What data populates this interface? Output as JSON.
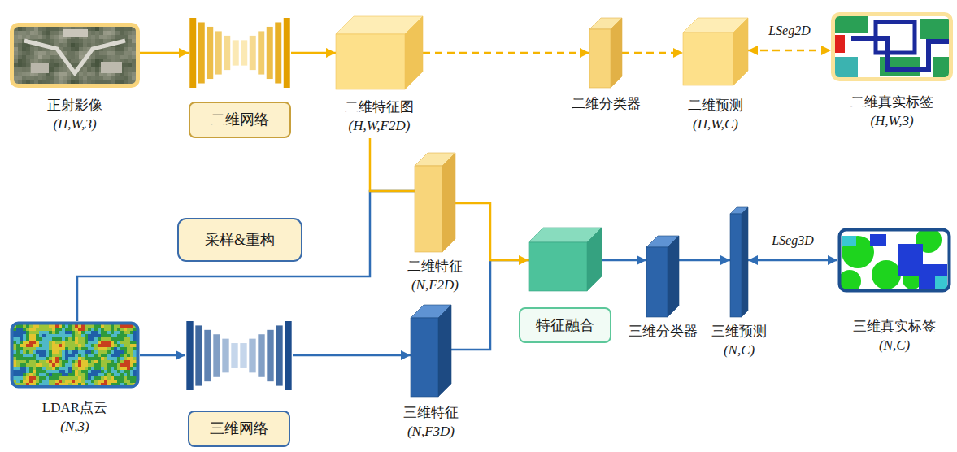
{
  "diagram": {
    "nodes": [
      {
        "text": [
          "正射影像",
          "(H,W,3)"
        ]
      },
      {
        "text": [
          "二维网络"
        ]
      },
      {
        "text": [
          "二维特征图",
          "(H,W,F2D)"
        ]
      },
      {
        "text": [
          "二维分类器"
        ]
      },
      {
        "text": [
          "二维预测",
          "(H,W,C)"
        ]
      },
      {
        "text": [
          "二维真实标签",
          "(H,W,3)"
        ]
      },
      {
        "text": [
          "采样&重构"
        ]
      },
      {
        "text": [
          "二维特征",
          "(N,F2D)"
        ]
      },
      {
        "text": [
          "LDAR点云",
          "(N,3)"
        ]
      },
      {
        "text": [
          "三维网络"
        ]
      },
      {
        "text": [
          "三维特征",
          "(N,F3D)"
        ]
      },
      {
        "text": [
          "特征融合"
        ]
      },
      {
        "text": [
          "三维分类器"
        ]
      },
      {
        "text": [
          "三维预测",
          "(N,C)"
        ]
      },
      {
        "text": [
          "三维真实标签",
          "(N,C)"
        ]
      }
    ],
    "edges": [
      {
        "from": 0,
        "to": 1,
        "arrow": "to"
      },
      {
        "from": 1,
        "to": 2,
        "arrow": "to"
      },
      {
        "from": 2,
        "to": 3,
        "arrow": "to"
      },
      {
        "from": 3,
        "to": 4,
        "arrow": "to"
      },
      {
        "from": 4,
        "to": 5,
        "arrow": "both",
        "label": "LSeg2D"
      },
      {
        "from": 2,
        "to": 7,
        "arrow": "none"
      },
      {
        "from": 8,
        "to": 7,
        "arrow": "none"
      },
      {
        "from": 7,
        "to": 11,
        "arrow": "to"
      },
      {
        "from": 10,
        "to": 11,
        "arrow": "none"
      },
      {
        "from": 8,
        "to": 9,
        "arrow": "to"
      },
      {
        "from": 9,
        "to": 10,
        "arrow": "to"
      },
      {
        "from": 11,
        "to": 12,
        "arrow": "to"
      },
      {
        "from": 12,
        "to": 13,
        "arrow": "to"
      },
      {
        "from": 13,
        "to": 14,
        "arrow": "both",
        "label": "LSeg3D"
      }
    ]
  }
}
